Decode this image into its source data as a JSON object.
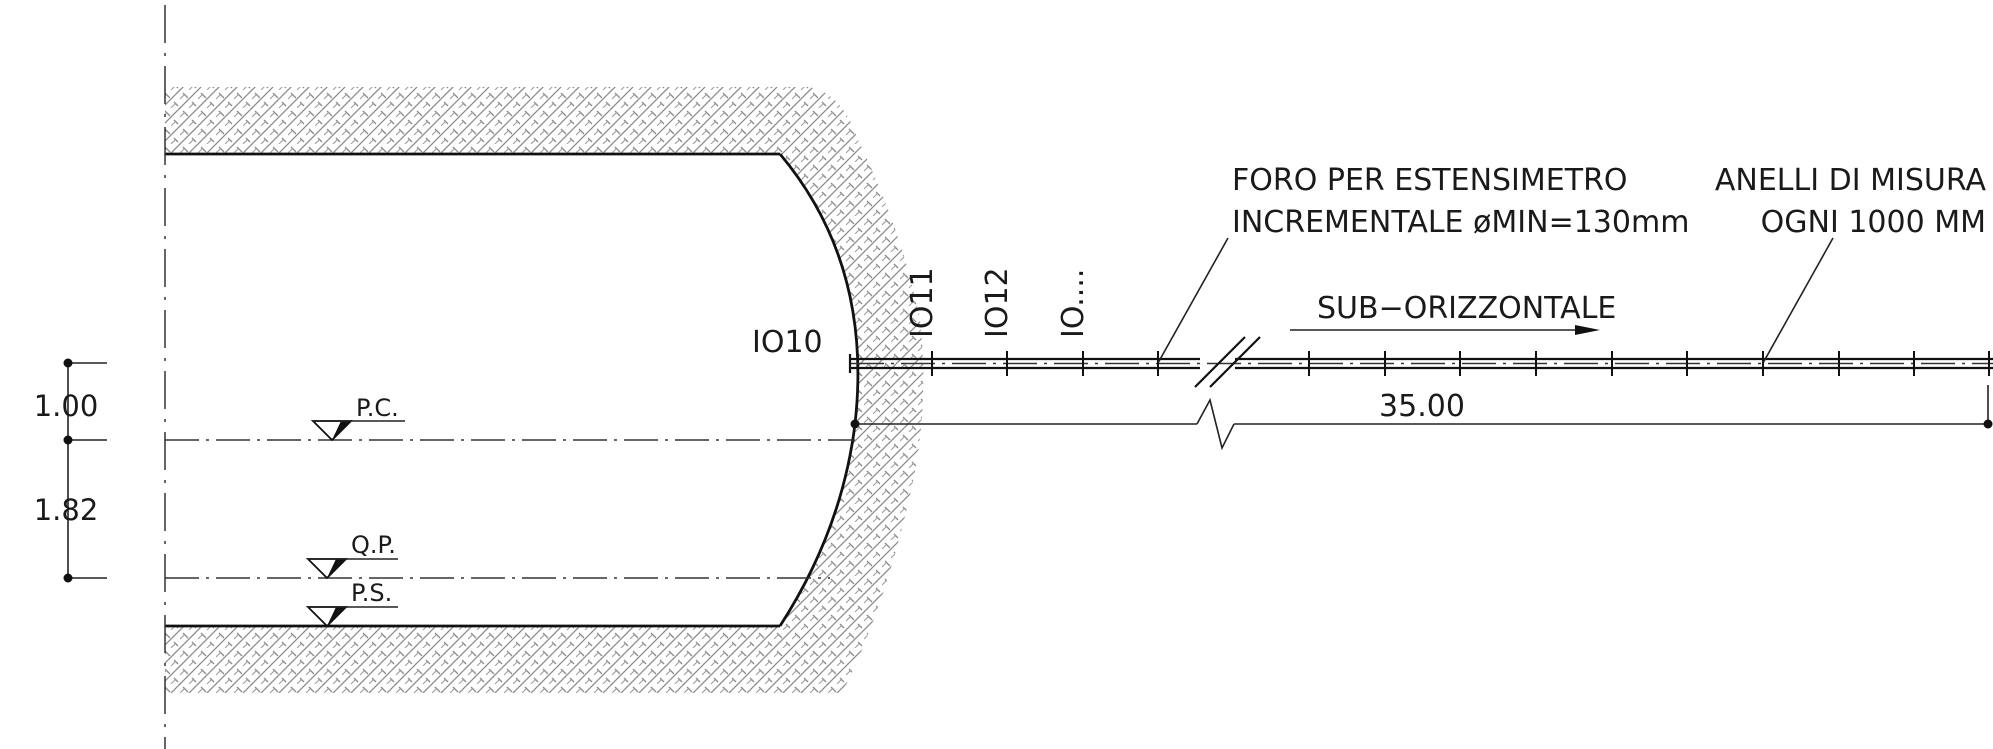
{
  "annotations": {
    "hole_note_line1": "FORO PER ESTENSIMETRO",
    "hole_note_line2": "INCREMENTALE øMIN=130mm",
    "ring_note_line1": "ANELLI DI MISURA",
    "ring_note_line2": "OGNI 1000 MM",
    "direction_label": "SUB−ORIZZONTALE",
    "length_dimension": "35.00"
  },
  "points": {
    "p0": "IO10",
    "p1": "IO11",
    "p2": "IO12",
    "p3": "IO...."
  },
  "levels": {
    "pc": "P.C.",
    "qp": "Q.P.",
    "ps": "P.S."
  },
  "dimensions": {
    "upper": "1.00",
    "lower": "1.82"
  },
  "colors": {
    "line": "#111111",
    "hatch": "#8a8a8a",
    "background": "#ffffff"
  }
}
